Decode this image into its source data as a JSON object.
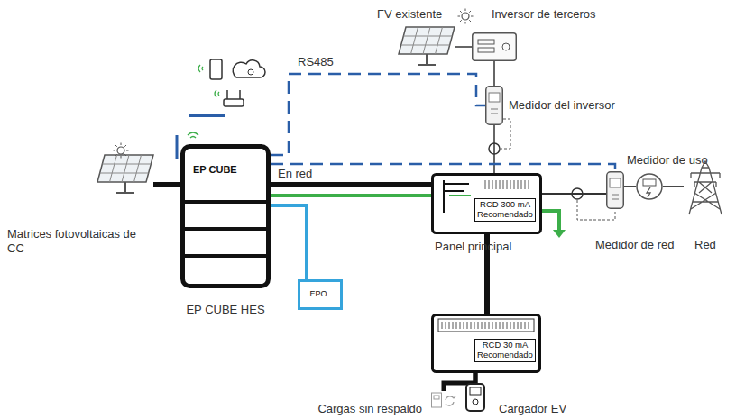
{
  "diagram": {
    "nodes": [
      {
        "text": [
          "FV existente"
        ]
      },
      {
        "text": [
          "Inversor de terceros"
        ]
      },
      {
        "text": [
          "Medidor del inversor"
        ]
      },
      {
        "text": [
          "Matrices fotovoltaicas de CC"
        ]
      },
      {
        "text": [
          "EP CUBE",
          "EP CUBE HES"
        ]
      },
      {
        "text": [
          "RCD 300 mA Recomendado",
          "Panel principal"
        ]
      },
      {
        "text": [
          "Medidor de red"
        ]
      },
      {
        "text": [
          "Medidor de uso"
        ]
      },
      {
        "text": [
          "Red"
        ]
      },
      {
        "text": [
          "EPO"
        ]
      },
      {
        "text": [
          "RCD 30 mA Recomendado"
        ]
      },
      {
        "text": [
          "Cargas sin respaldo"
        ]
      },
      {
        "text": [
          "Cargador EV"
        ]
      }
    ],
    "edges": [
      {
        "from": 0,
        "to": 1,
        "arrow": "none"
      },
      {
        "from": 1,
        "to": 2,
        "arrow": "none"
      },
      {
        "from": 2,
        "to": 5,
        "arrow": "none"
      },
      {
        "from": 3,
        "to": 4,
        "arrow": "none"
      },
      {
        "from": 4,
        "to": 5,
        "arrow": "none",
        "label": "En red"
      },
      {
        "from": 4,
        "to": 9,
        "arrow": "none"
      },
      {
        "from": 4,
        "to": 2,
        "arrow": "none",
        "label": "RS485"
      },
      {
        "from": 4,
        "to": 6,
        "arrow": "none"
      },
      {
        "from": 5,
        "to": 6,
        "arrow": "none"
      },
      {
        "from": 6,
        "to": 7,
        "arrow": "none"
      },
      {
        "from": 7,
        "to": 8,
        "arrow": "none"
      },
      {
        "from": 5,
        "to": 10,
        "arrow": "none"
      },
      {
        "from": 10,
        "to": 11,
        "arrow": "none"
      },
      {
        "from": 10,
        "to": 12,
        "arrow": "none"
      }
    ]
  }
}
